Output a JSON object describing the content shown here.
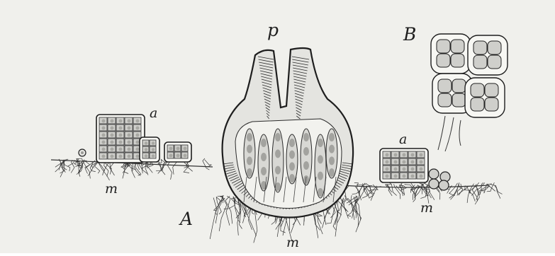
{
  "labels": {
    "pore": "p",
    "figure_a": "A",
    "figure_b": "B",
    "cell_group_left": "a",
    "cell_group_right": "a",
    "mycelium_left": "m",
    "mycelium_center": "m",
    "mycelium_right": "m"
  },
  "colors": {
    "paper": "#f0f0ec",
    "ink": "#1e1e1e",
    "cell_fill": "#cfcfcb",
    "cell_dark": "#8d8d89"
  }
}
